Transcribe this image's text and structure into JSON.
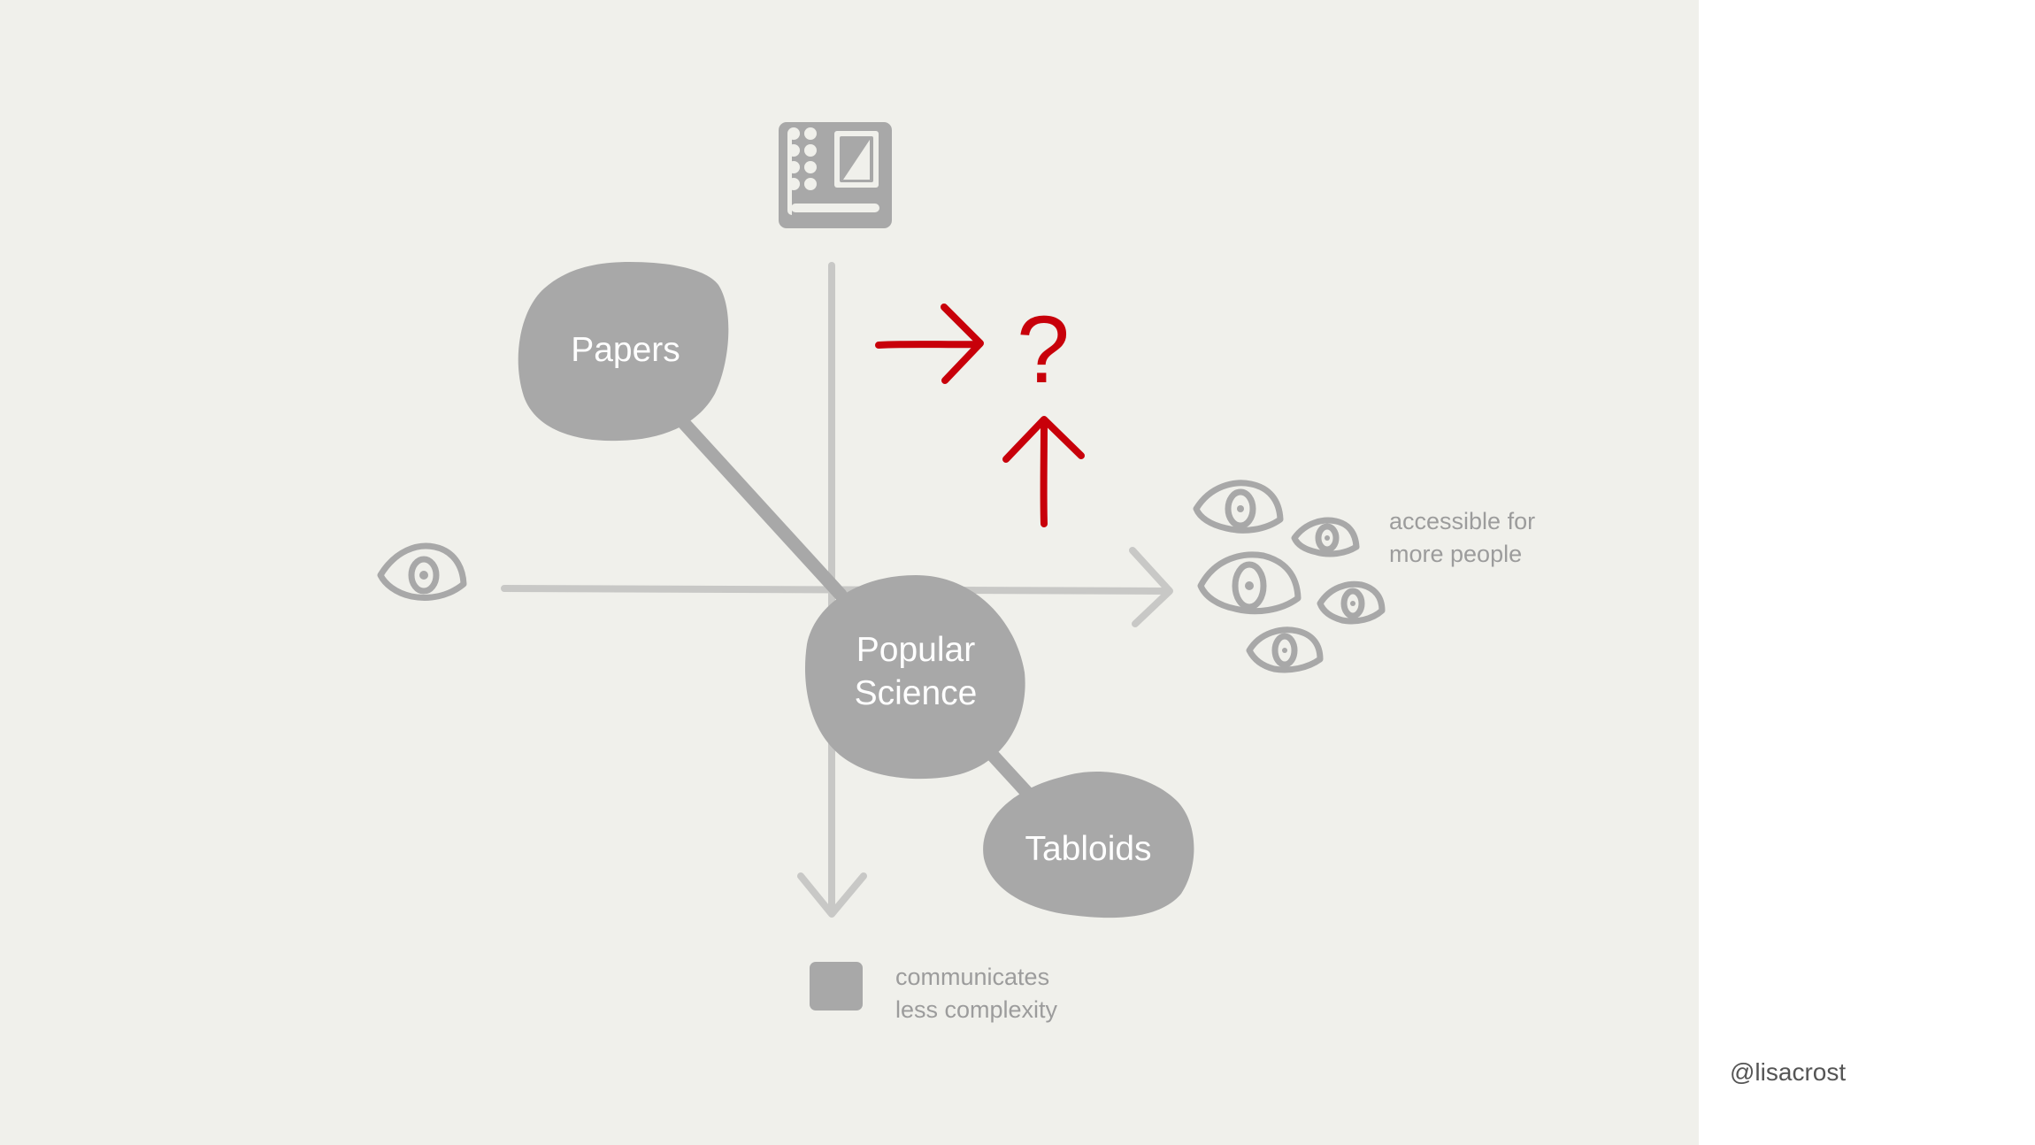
{
  "nodes": {
    "papers": "Papers",
    "popular_science_line1": "Popular",
    "popular_science_line2": "Science",
    "tabloids": "Tabloids",
    "question_mark": "?"
  },
  "axes": {
    "right_label_line1": "accessible for",
    "right_label_line2": "more people",
    "bottom_label_line1": "communicates",
    "bottom_label_line2": "less complexity"
  },
  "credit": "@lisacrost",
  "icons": {
    "top": "newspaper-icon",
    "left": "eye-icon",
    "right": "eyes-crowd-icon",
    "bottom": "simple-square-icon"
  },
  "colors": {
    "background": "#f0f0eb",
    "blob": "#a8a8a8",
    "axis": "#c8c8c6",
    "accent": "#c8000a"
  }
}
